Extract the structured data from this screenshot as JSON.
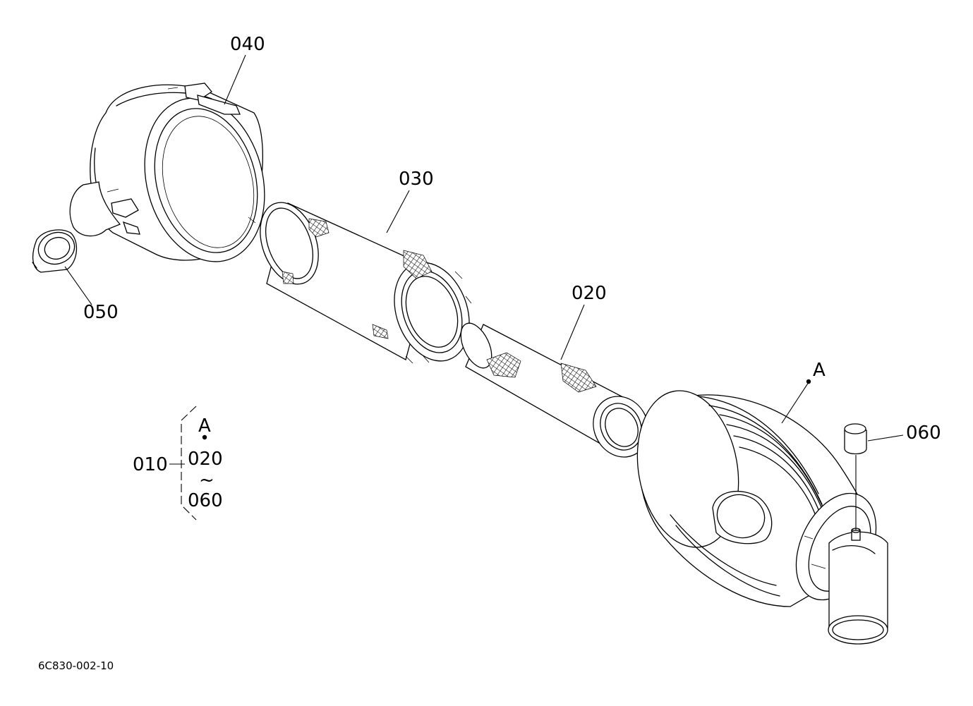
{
  "drawing_code": "6C830-002-10",
  "callouts": {
    "p010": "010",
    "p020": "020",
    "p030": "030",
    "p040": "040",
    "p050": "050",
    "p060": "060",
    "assy": "A"
  },
  "legend": {
    "ref": "A",
    "from": "020",
    "range_mark": "~",
    "to": "060"
  }
}
